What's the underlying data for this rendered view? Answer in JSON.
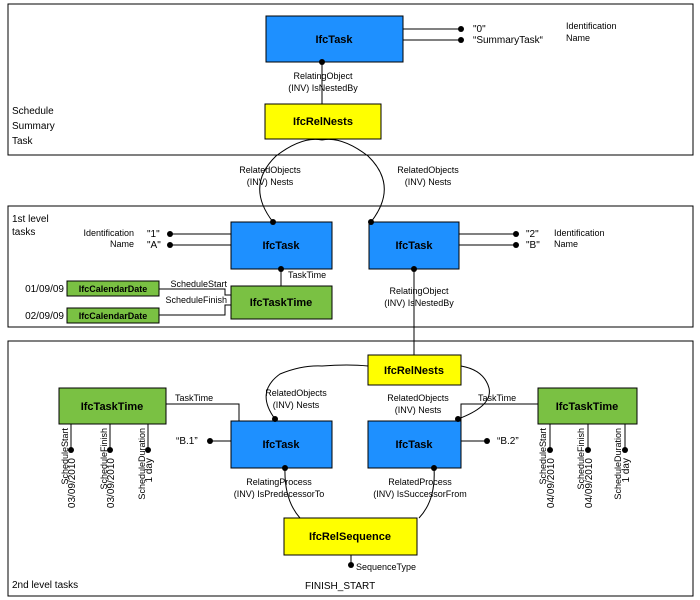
{
  "colors": {
    "task_blue": "#1e90ff",
    "rel_yellow": "#ffff00",
    "time_green": "#7ac143"
  },
  "panels": {
    "summary": [
      "Schedule",
      "Summary",
      "Task"
    ],
    "first_level": [
      "1st level",
      "tasks"
    ],
    "second_level": "2nd level tasks"
  },
  "entities": {
    "ifc_task": "IfcTask",
    "ifc_rel_nests": "IfcRelNests",
    "ifc_task_time": "IfcTaskTime",
    "ifc_calendar_date": "IfcCalendarDate",
    "ifc_rel_sequence": "IfcRelSequence"
  },
  "attributes": {
    "identification": "Identification",
    "name": "Name",
    "relating_object": "RelatingObject",
    "inv_is_nested_by": "(INV) IsNestedBy",
    "related_objects": "RelatedObjects",
    "inv_nests": "(INV) Nests",
    "task_time": "TaskTime",
    "schedule_start": "ScheduleStart",
    "schedule_finish": "ScheduleFinish",
    "schedule_duration": "ScheduleDuration",
    "relating_process": "RelatingProcess",
    "inv_is_predecessor_to": "(INV) IsPredecessorTo",
    "related_process": "RelatedProcess",
    "inv_is_successor_from": "(INV) IsSuccessorFrom",
    "sequence_type": "SequenceType"
  },
  "values": {
    "summary_id": "\"0\"",
    "summary_name": "“SummaryTask“",
    "task1_id": "\"1\"",
    "task1_name": "\"A\"",
    "task2_id": "\"2\"",
    "task2_name": "\"B\"",
    "task1_start_date": "01/09/09",
    "task1_finish_date": "02/09/09",
    "b1_name": "“B.1”",
    "b2_name": "“B.2”",
    "b1_start": "03/09/2010",
    "b1_finish": "03/09/2010",
    "b1_duration": "1 day",
    "b2_start": "04/09/2010",
    "b2_finish": "04/09/2010",
    "b2_duration": "1 day",
    "sequence_type_value": "FINISH_START"
  }
}
